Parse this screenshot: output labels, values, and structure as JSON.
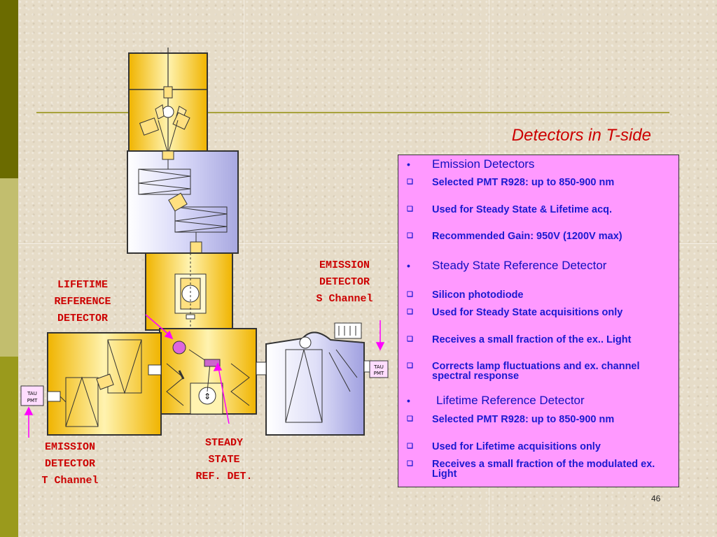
{
  "title": "Detectors in T-side",
  "page_number": "46",
  "colors": {
    "title": "#cc0000",
    "bullet_text": "#1a1ad0",
    "bullet_box": "#ff99ff",
    "label": "#cc0000",
    "olive_dark": "#6b6b00",
    "olive_light": "#bdb75a"
  },
  "bullets": [
    {
      "level": 1,
      "marker": "•",
      "text": "Emission Detectors"
    },
    {
      "level": 2,
      "marker": "❑",
      "text": "Selected PMT R928:  up to 850-900 nm"
    },
    {
      "level": 2,
      "marker": "❑",
      "text": "Used for Steady State & Lifetime acq."
    },
    {
      "level": 2,
      "marker": "❑",
      "text": "Recommended Gain: 950V (1200V max)"
    },
    {
      "level": 1,
      "marker": "•",
      "text": "Steady State Reference Detector"
    },
    {
      "level": 2,
      "marker": "❑",
      "text": "Silicon photodiode"
    },
    {
      "level": 2,
      "marker": "❑",
      "text": "Used for Steady State acquisitions only"
    },
    {
      "level": 2,
      "marker": "❑",
      "text": "Receives a small fraction of the ex.. Light"
    },
    {
      "level": 2,
      "marker": "❑",
      "text": "Corrects lamp fluctuations and ex. channel spectral response"
    },
    {
      "level": 1,
      "marker": "•",
      "text": "Lifetime Reference Detector"
    },
    {
      "level": 2,
      "marker": "❑",
      "text": "Selected PMT R928:  up to 850-900 nm"
    },
    {
      "level": 2,
      "marker": "❑",
      "text": "Used for Lifetime acquisitions only"
    },
    {
      "level": 2,
      "marker": "❑",
      "text": "Receives a small fraction of the modulated ex. Light"
    }
  ],
  "labels": {
    "emission_s": [
      "EMISSION",
      "DETECTOR",
      "S Channel"
    ],
    "lifetime_ref": [
      "LIFETIME",
      "REFERENCE",
      "DETECTOR"
    ],
    "emission_t": [
      "EMISSION",
      "DETECTOR",
      "T Channel"
    ],
    "steady_state": [
      "STEADY",
      "STATE",
      "REF. DET."
    ]
  },
  "tau_pmt": [
    "TAU",
    "PMT"
  ]
}
